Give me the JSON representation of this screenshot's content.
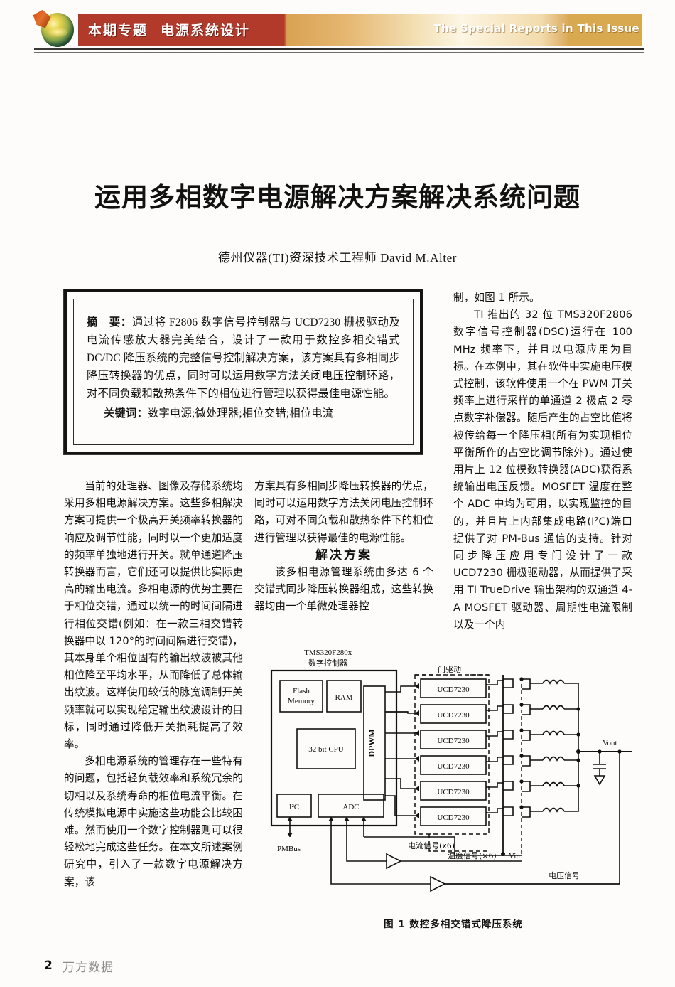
{
  "masthead": {
    "cn_label_a": "本期专题",
    "cn_label_b": "电源系统设计",
    "en_label": "The Special Reports in This Issue",
    "colors": {
      "red": "#b23a2b",
      "gold": "#d9a94f",
      "cream": "#fdf6e4"
    }
  },
  "article": {
    "title": "运用多相数字电源解决方案解决系统问题",
    "byline": "德州仪器(TI)资深技术工程师  David M.Alter"
  },
  "abstract": {
    "label": "摘　要：",
    "text": "通过将 F2806 数字信号控制器与 UCD7230 栅极驱动及电流传感放大器完美结合，设计了一款用于数控多相交错式 DC/DC 降压系统的完整信号控制解决方案，该方案具有多相同步降压转换器的优点，同时可以运用数字方法关闭电压控制环路，对不同负载和散热条件下的相位进行管理以获得最佳电源性能。",
    "keywords_label": "关键词：",
    "keywords": "数字电源;微处理器;相位交错;相位电流"
  },
  "body": {
    "left": [
      "当前的处理器、图像及存储系统均采用多相电源解决方案。这些多相解决方案可提供一个极高开关频率转换器的响应及调节性能，同时以一个更加适度的频率单独地进行开关。就单通道降压转换器而言，它们还可以提供比实际更高的输出电流。多相电源的优势主要在于相位交错，通过以统一的时间间隔进行相位交错(例如：在一款三相交错转换器中以 120°的时间间隔进行交错)，其本身单个相位固有的输出纹波被其他相位降至平均水平，从而降低了总体输出纹波。这样使用较低的脉宽调制开关频率就可以实现给定输出纹波设计的目标，同时通过降低开关损耗提高了效率。",
      "多相电源系统的管理存在一些特有的问题，包括轻负载效率和系统冗余的切相以及系统寿命的相位电流平衡。在传统模拟电源中实施这些功能会比较困难。然而使用一个数字控制器则可以很轻松地完成这些任务。在本文所述案例研究中，引入了一款数字电源解决方案，该"
    ],
    "mid_pre": "方案具有多相同步降压转换器的优点，同时可以运用数字方法关闭电压控制环路，可对不同负载和散热条件下的相位进行管理以获得最佳的电源性能。",
    "mid_heading": "解决方案",
    "mid_post": "该多相电源管理系统由多达 6 个交错式同步降压转换器组成，这些转换器均由一个单微处理器控",
    "right": [
      "制，如图 1 所示。",
      "TI 推出的 32 位 TMS320F2806 数字信号控制器(DSC)运行在 100 MHz 频率下，并且以电源应用为目标。在本例中，其在软件中实施电压模式控制，该软件使用一个在 PWM 开关频率上进行采样的单通道 2 极点 2 零点数字补偿器。随后产生的占空比值将被传给每一个降压相(所有为实现相位平衡所作的占空比调节除外)。通过使用片上 12 位模数转换器(ADC)获得系统输出电压反馈。MOSFET 温度在整个 ADC 中均为可用，以实现监控的目的，并且片上内部集成电路(I²C)端口提供了对 PM-Bus 通信的支持。针对同步降压应用专门设计了一款 UCD7230 栅极驱动器，从而提供了采用 TI TrueDrive 输出架构的双通道 4-A MOSFET 驱动器、周期性电流限制以及一个内"
    ]
  },
  "figure": {
    "caption": "图 1  数控多相交错式降压系统",
    "mcu_label_line1": "TMS320F280x",
    "mcu_label_line2": "数字控制器",
    "gate_driver_group": "门驱动",
    "blocks": {
      "flash": "Flash\nMemory",
      "flash_l1": "Flash",
      "flash_l2": "Memory",
      "ram": "RAM",
      "cpu": "32 bit  CPU",
      "dpwm": "DPWM",
      "i2c": "I²C",
      "adc": "ADC"
    },
    "drivers": [
      "UCD7230",
      "UCD7230",
      "UCD7230",
      "UCD7230",
      "UCD7230",
      "UCD7230"
    ],
    "nets": {
      "pmbus": "PMBus",
      "vin": "Vin",
      "vout": "Vout",
      "current_signal": "电流信号(x6)",
      "temp_signal": "温度信号(×6)",
      "voltage_signal": "电压信号"
    }
  },
  "footer": {
    "page_number": "2",
    "watermark": "万方数据"
  }
}
